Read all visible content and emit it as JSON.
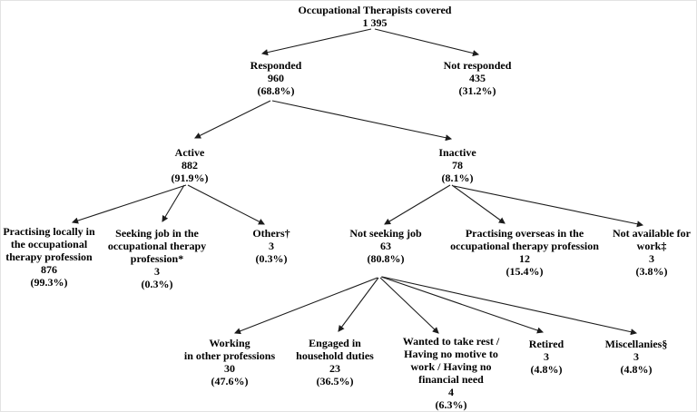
{
  "figure": {
    "background": "#ffffff",
    "text_color": "#000000",
    "line_color": "#1c1c1c"
  },
  "tree": {
    "root": {
      "label": "Occupational Therapists covered",
      "value": "1 395"
    },
    "responded": {
      "label": "Responded",
      "value": "960",
      "pct": "(68.8%)"
    },
    "not_responded": {
      "label": "Not responded",
      "value": "435",
      "pct": "(31.2%)"
    },
    "active": {
      "label": "Active",
      "value": "882",
      "pct": "(91.9%)"
    },
    "inactive": {
      "label": "Inactive",
      "value": "78",
      "pct": "(8.1%)"
    },
    "practising_locally": {
      "label": "Practising locally in\nthe occupational\ntherapy profession",
      "value": "876",
      "pct": "(99.3%)"
    },
    "seeking_job": {
      "label": "Seeking job in the\noccupational therapy\nprofession*",
      "value": "3",
      "pct": "(0.3%)"
    },
    "others": {
      "label": "Others†",
      "value": "3",
      "pct": "(0.3%)"
    },
    "not_seeking_job": {
      "label": "Not seeking job",
      "value": "63",
      "pct": "(80.8%)"
    },
    "practising_overseas": {
      "label": "Practising overseas in the\noccupational therapy profession",
      "value": "12",
      "pct": "(15.4%)"
    },
    "not_available": {
      "label": "Not available for\nwork‡",
      "value": "3",
      "pct": "(3.8%)"
    },
    "working_other": {
      "label": "Working\nin other professions",
      "value": "30",
      "pct": "(47.6%)"
    },
    "household_duties": {
      "label": "Engaged in\nhousehold duties",
      "value": "23",
      "pct": "(36.5%)"
    },
    "wanted_rest": {
      "label": "Wanted to take rest /\nHaving no motive to\nwork / Having no\nfinancial need",
      "value": "4",
      "pct": "(6.3%)"
    },
    "retired": {
      "label": "Retired",
      "value": "3",
      "pct": "(4.8%)"
    },
    "miscellanies": {
      "label": "Miscellanies§",
      "value": "3",
      "pct": "(4.8%)"
    }
  }
}
